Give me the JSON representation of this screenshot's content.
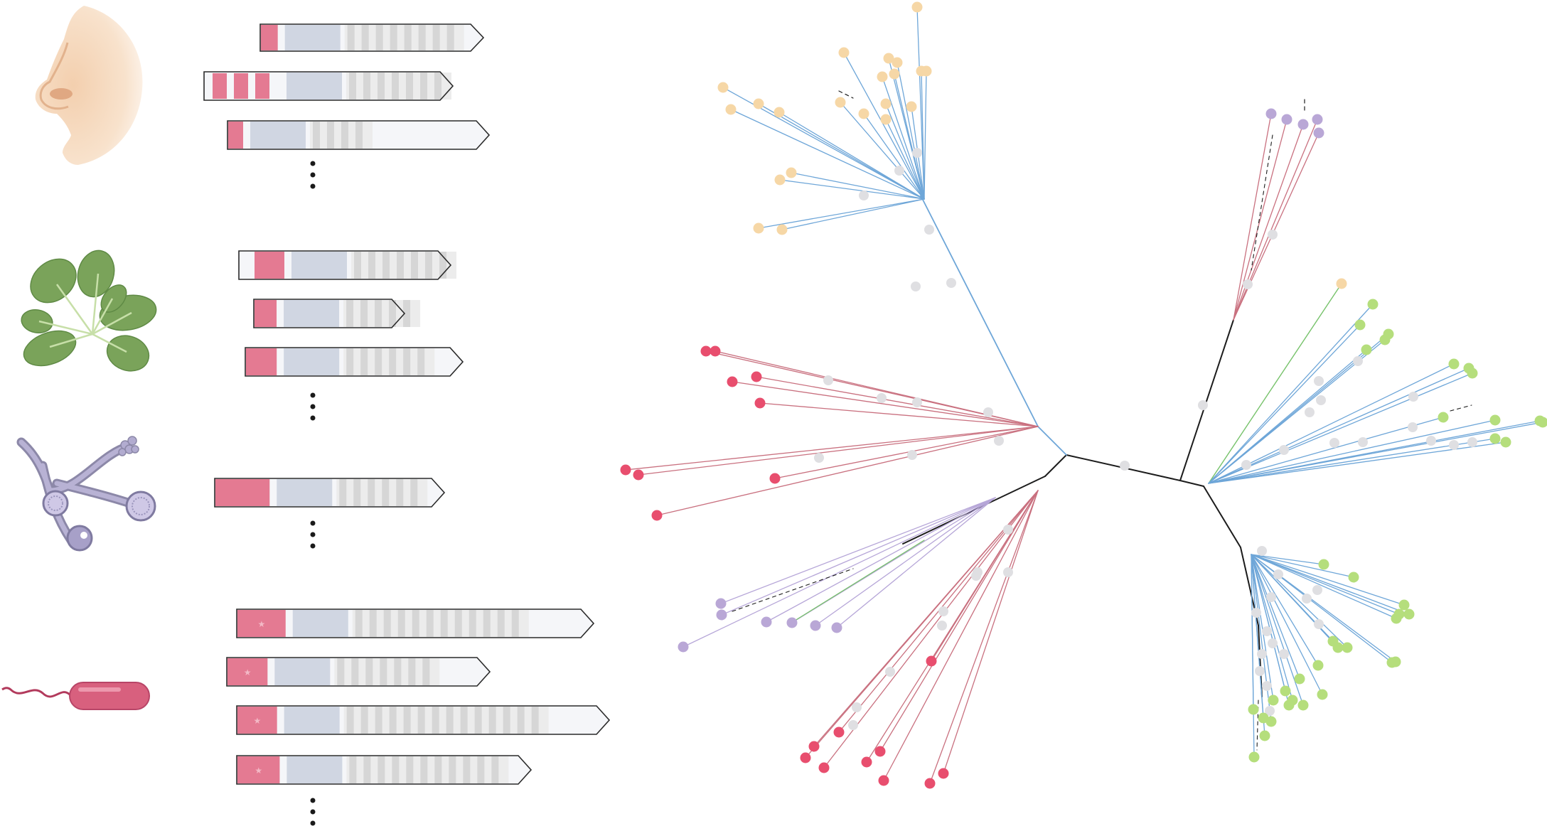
{
  "colors": {
    "signal": "#e47a92",
    "signal_border": "#e35a7a",
    "middle": "#d0d6e2",
    "repeat": "#d6d6d6",
    "repeat_bg": "#ececec",
    "body": "#f5f6f9",
    "outline": "#2a2a2a",
    "orange_tip": "#f6d7a6",
    "purple_tip": "#b9a7d6",
    "red_tip": "#e84e6e",
    "green_tip": "#b5de7c",
    "grey_node": "#dfdfe2",
    "blue_branch": "#6ea6d8",
    "red_branch": "#c9707f",
    "purple_branch": "#b6a6d8",
    "green_branch": "#76c26a",
    "black_branch": "#1c1c1c"
  },
  "organisms": [
    {
      "icon": "human-nose-icon",
      "group": "human"
    },
    {
      "icon": "plant-rosette-icon",
      "group": "plant"
    },
    {
      "icon": "fungus-hyphae-icon",
      "group": "fungus"
    },
    {
      "icon": "rod-bacterium-icon",
      "group": "bacteria"
    }
  ],
  "groups": [
    {
      "name": "human",
      "proteins": [
        {
          "signal": "single",
          "signal_fraction": 0.08,
          "star": false,
          "repeats": 8
        },
        {
          "signal": "triple",
          "signal_fraction": 0.28,
          "star": false,
          "repeats": 7
        },
        {
          "signal": "single",
          "signal_fraction": 0.06,
          "star": false,
          "repeats": 4
        }
      ]
    },
    {
      "name": "plant",
      "proteins": [
        {
          "signal": "single",
          "signal_fraction": 0.15,
          "star": false,
          "repeats": 7
        },
        {
          "signal": "single",
          "signal_fraction": 0.16,
          "star": false,
          "repeats": 5
        },
        {
          "signal": "single",
          "signal_fraction": 0.15,
          "star": false,
          "repeats": 6
        }
      ]
    },
    {
      "name": "fungus",
      "proteins": [
        {
          "signal": "single",
          "signal_fraction": 0.25,
          "star": false,
          "repeats": 6
        }
      ]
    },
    {
      "name": "bacteria",
      "proteins": [
        {
          "signal": "single",
          "signal_fraction": 0.14,
          "star": true,
          "repeats": 12
        },
        {
          "signal": "single",
          "signal_fraction": 0.16,
          "star": true,
          "repeats": 7
        },
        {
          "signal": "single",
          "signal_fraction": 0.11,
          "star": true,
          "repeats": 14
        },
        {
          "signal": "single",
          "signal_fraction": 0.15,
          "star": true,
          "repeats": 11
        }
      ]
    }
  ],
  "tree": {
    "clades": [
      {
        "name": "orange",
        "tip_color": "orange_tip",
        "branch_color": "blue_branch",
        "tips": 22
      },
      {
        "name": "red-upper",
        "tip_color": "red_tip",
        "branch_color": "red_branch",
        "tips": 9
      },
      {
        "name": "purple-lower",
        "tip_color": "purple_tip",
        "branch_color": "purple_branch",
        "tips": 7
      },
      {
        "name": "red-lower",
        "tip_color": "red_tip",
        "branch_color": "red_branch",
        "tips": 10
      },
      {
        "name": "purple-upper",
        "tip_color": "purple_tip",
        "branch_color": "red_branch",
        "tips": 5
      },
      {
        "name": "green-upper",
        "tip_color": "green_tip",
        "branch_color": "blue_branch",
        "tips": 16
      },
      {
        "name": "green-lower",
        "tip_color": "green_tip",
        "branch_color": "blue_branch",
        "tips": 24
      }
    ]
  }
}
